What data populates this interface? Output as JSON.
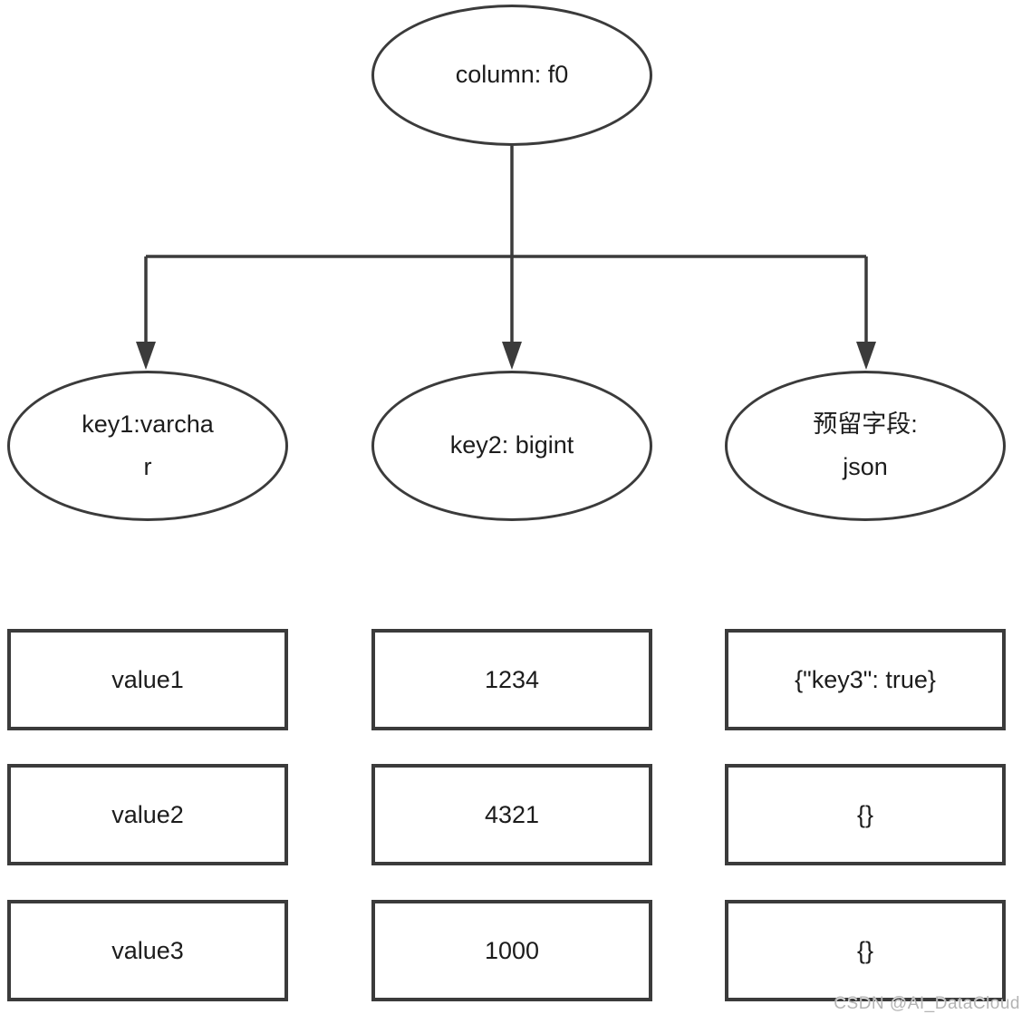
{
  "diagram": {
    "root": {
      "label": "column: f0",
      "label_lines": [
        "column: f0"
      ]
    },
    "children": [
      {
        "label": "key1:varchar",
        "label_lines": [
          "key1:varcha",
          "r"
        ]
      },
      {
        "label": "key2: bigint",
        "label_lines": [
          "key2: bigint"
        ]
      },
      {
        "label": "预留字段: json",
        "label_lines": [
          "预留字段:",
          "json"
        ]
      }
    ],
    "rows": [
      [
        "value1",
        "1234",
        "{\"key3\": true}"
      ],
      [
        "value2",
        "4321",
        "{}"
      ],
      [
        "value3",
        "1000",
        "{}"
      ]
    ]
  },
  "watermark": "CSDN @AI_DataCloud",
  "colors": {
    "stroke": "#3b3b3b",
    "text": "#1c1c1c",
    "watermark": "#b4b4b4"
  }
}
